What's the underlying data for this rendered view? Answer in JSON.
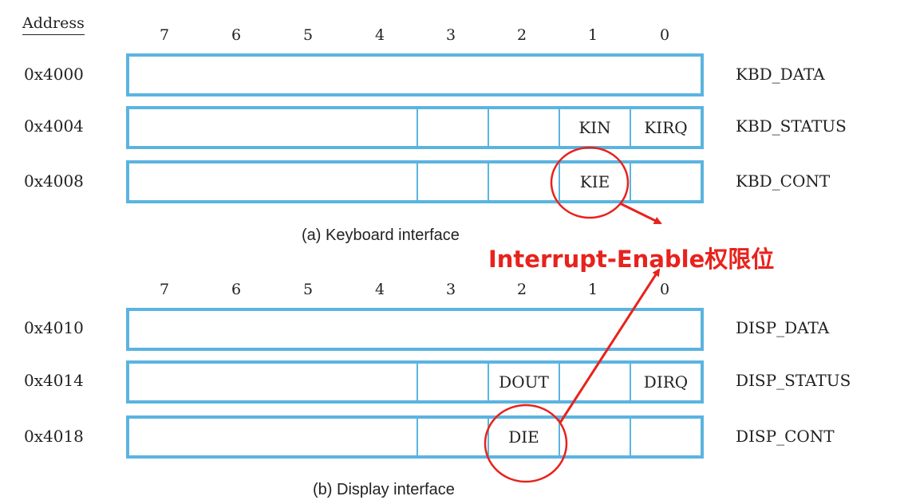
{
  "address_header": "Address",
  "bit_numbers": [
    "7",
    "6",
    "5",
    "4",
    "3",
    "2",
    "1",
    "0"
  ],
  "keyboard": {
    "caption": "(a) Keyboard interface",
    "registers": [
      {
        "address": "0x4000",
        "name": "KBD_DATA",
        "bits": {}
      },
      {
        "address": "0x4004",
        "name": "KBD_STATUS",
        "bits": {
          "b1": "KIN",
          "b0": "KIRQ"
        }
      },
      {
        "address": "0x4008",
        "name": "KBD_CONT",
        "bits": {
          "b1": "KIE"
        }
      }
    ]
  },
  "display": {
    "caption": "(b) Display interface",
    "registers": [
      {
        "address": "0x4010",
        "name": "DISP_DATA",
        "bits": {}
      },
      {
        "address": "0x4014",
        "name": "DISP_STATUS",
        "bits": {
          "b2": "DOUT",
          "b0": "DIRQ"
        }
      },
      {
        "address": "0x4018",
        "name": "DISP_CONT",
        "bits": {
          "b2": "DIE"
        }
      }
    ]
  },
  "annotation": "Interrupt-Enable权限位",
  "colors": {
    "register_border": "#5bb4e0",
    "annotation": "#e8221c"
  }
}
